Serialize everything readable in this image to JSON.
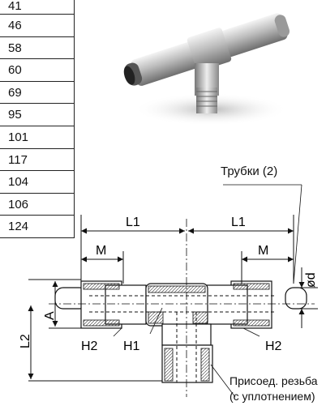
{
  "table": {
    "values": [
      "41",
      "46",
      "58",
      "60",
      "69",
      "95",
      "101",
      "117",
      "104",
      "106",
      "124"
    ]
  },
  "labels": {
    "tubes": "Трубки (2)",
    "thread_line1": "Присоед. резьба",
    "thread_line2": "(с уплотнением)",
    "L1_left": "L1",
    "L1_right": "L1",
    "M_left": "M",
    "M_right": "M",
    "d": "ød",
    "A": "A",
    "L2": "L2",
    "H2_left": "H2",
    "H1": "H1",
    "H2_right": "H2"
  }
}
